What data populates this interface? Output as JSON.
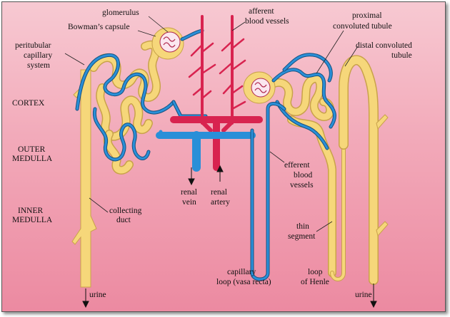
{
  "labels": {
    "glomerulus": "glomerulus",
    "bowmans_capsule": "Bowman’s capsule",
    "peritubular_1": "peritubular",
    "peritubular_2": "capillary",
    "peritubular_3": "system",
    "cortex": "CORTEX",
    "outer_medulla_1": "OUTER",
    "outer_medulla_2": "MEDULLA",
    "inner_medulla_1": "INNER",
    "inner_medulla_2": "MEDULLA",
    "collecting_duct_1": "collecting",
    "collecting_duct_2": "duct",
    "urine_left": "urine",
    "urine_right": "urine",
    "afferent_1": "afferent",
    "afferent_2": "blood vessels",
    "proximal_1": "proximal",
    "proximal_2": "convoluted tubule",
    "distal_1": "distal convoluted",
    "distal_2": "tubule",
    "efferent_1": "efferent",
    "efferent_2": "blood",
    "efferent_3": "vessels",
    "renal_vein_1": "renal",
    "renal_vein_2": "vein",
    "renal_artery_1": "renal",
    "renal_artery_2": "artery",
    "thin_segment_1": "thin",
    "thin_segment_2": "segment",
    "capillary_loop_1": "capillary",
    "capillary_loop_2": "loop (vasa recta)",
    "loop_henle_1": "loop",
    "loop_henle_2": "of Henle"
  },
  "colors": {
    "tubule": "#f6d77a",
    "capillary": "#2a8fd8",
    "artery": "#d8234f",
    "background_top": "#f7c9d2",
    "background_bottom": "#ec8aa1"
  }
}
